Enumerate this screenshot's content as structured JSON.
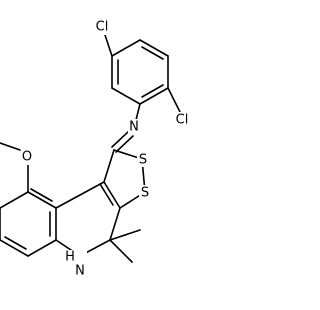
{
  "structure": {
    "labels": {
      "cl_top": "Cl",
      "cl_right": "Cl",
      "n_imine": "N",
      "s_upper": "S",
      "s_lower": "S",
      "o_methoxy": "O",
      "nh_amine": "H",
      "n_amine": "N"
    },
    "colors": {
      "ink": "#000000",
      "background": "#ffffff"
    }
  }
}
